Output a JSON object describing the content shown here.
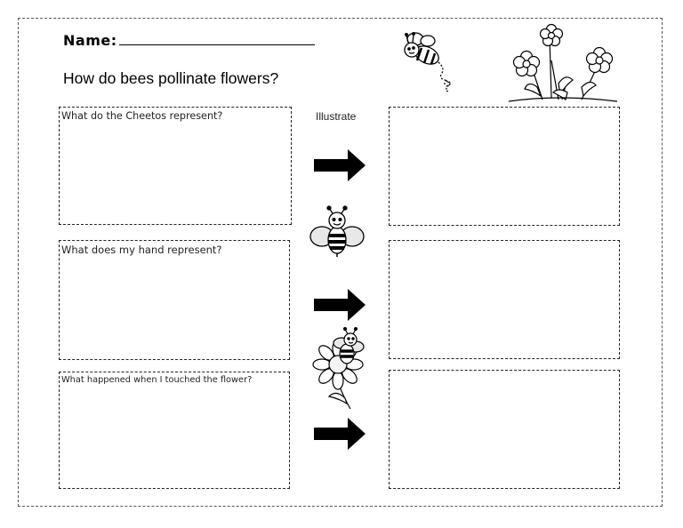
{
  "worksheet": {
    "name_label": "Name:",
    "title": "How do bees pollinate flowers?",
    "illustrate_label": "Illustrate",
    "questions": [
      {
        "label": "What do the Cheetos represent?"
      },
      {
        "label": "What does my hand represent?"
      },
      {
        "label": "What happened when I touched the flower?"
      }
    ]
  },
  "icons": [
    "flying-bee-icon",
    "flowers-clipart-icon",
    "arrow-right-icon",
    "bee-icon",
    "bee-on-flower-icon"
  ]
}
